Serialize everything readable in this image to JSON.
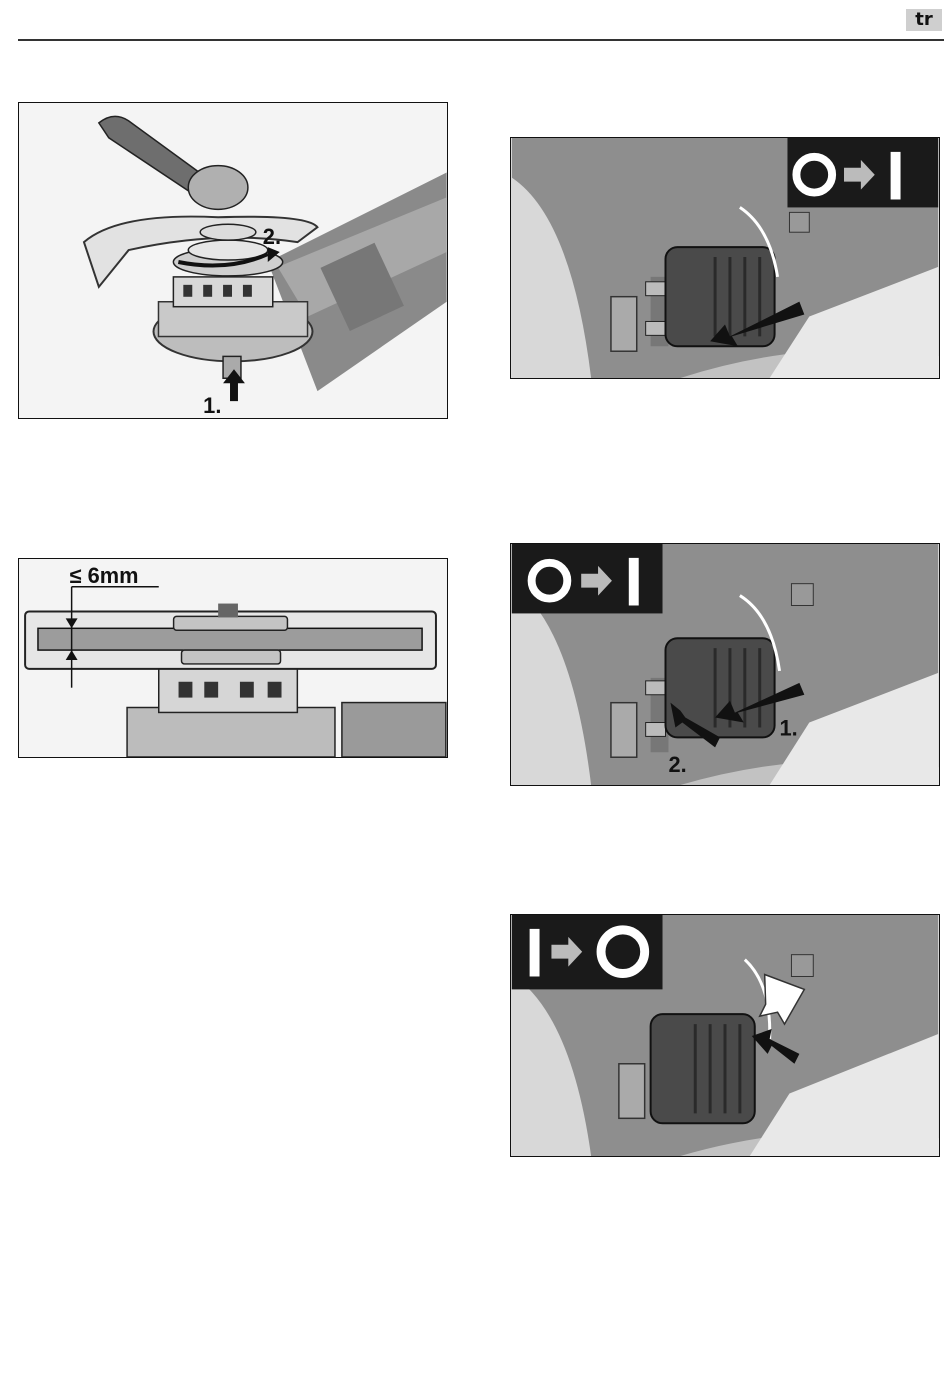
{
  "header": {
    "language_badge": "tr"
  },
  "figures": {
    "guard_mount": {
      "step1": "1.",
      "step2": "2."
    },
    "disc_thickness": {
      "max_label": "≤ 6mm"
    },
    "switch_on": {},
    "switch_on_lock": {
      "step1": "1.",
      "step2": "2."
    },
    "switch_off": {}
  }
}
